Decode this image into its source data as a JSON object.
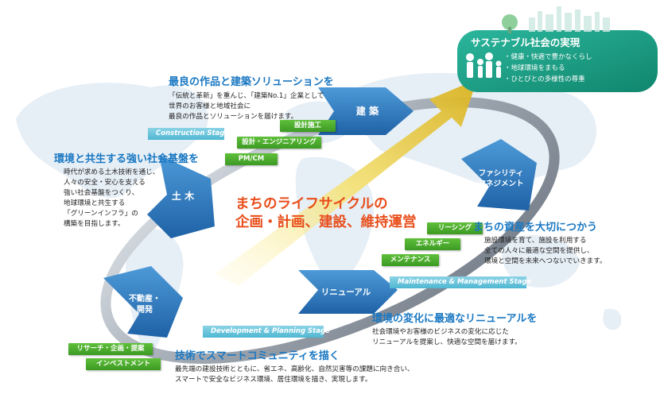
{
  "center": {
    "line1": "まちのライフサイクルの",
    "line2": "企画・計画、建設、維持運営"
  },
  "goal": {
    "title": "サステナブル社会の実現",
    "items": [
      "・健康・快適で豊かなくらし",
      "・地球環境をまもる",
      "・ひとびとの多様性の尊重"
    ]
  },
  "stages": {
    "construction": "Construction Stage",
    "maintenance": "Maintenance & Management Stage",
    "development": "Development & Planning Stage"
  },
  "arrows": {
    "kenchiku": "建 築",
    "doboku": "土 木",
    "facility_1": "ファシリティ",
    "facility_2": "マネジメント",
    "renewal": "リニューアル",
    "fudosan_1": "不動産・",
    "fudosan_2": "開発"
  },
  "tags": {
    "sekkei_seko": "設計施工",
    "sekkei_eng": "設計・エンジニアリング",
    "pmcm": "PM/CM",
    "leasing": "リーシング",
    "energy": "エネルギー",
    "maintenance": "メンテナンス",
    "research": "リサーチ・企画・提案",
    "investment": "インベストメント"
  },
  "blocks": {
    "architecture": {
      "title": "最良の作品と建築ソリューションを",
      "lines": [
        "「伝統と革新」を重んじ、「建築No.1」企業として",
        "世界のお客様と地域社会に",
        "最良の作品とソリューションを届けます。"
      ]
    },
    "civil": {
      "title": "環境と共生する強い社会基盤を",
      "lines": [
        "時代が求める土木技術を通じ、",
        "人々の安全・安心を支える",
        "強い社会基盤をつくり、",
        "地球環境と共生する",
        "「グリーンインフラ」の",
        "構築を目指します。"
      ]
    },
    "asset": {
      "title": "まちの資産を大切につかう",
      "lines": [
        "施設環境を育て、施設を利用する",
        "全ての人々に最適な空間を提供し、",
        "環境と空間を未来へつないでいきます。"
      ]
    },
    "renewal": {
      "title": "環境の変化に最適なリニューアルを",
      "lines": [
        "社会環境やお客様のビジネスの変化に応じた",
        "リニューアルを提案し、快適な空間を届けます。"
      ]
    },
    "smart": {
      "title": "技術でスマートコミュニティを描く",
      "lines": [
        "最先端の建設技術とともに、省エネ、高齢化、自然災害等の課題に向き合い、",
        "スマートで安全なビジネス環境、居住環境を描き、実現します。"
      ]
    }
  },
  "colors": {
    "title_blue": "#1a78c2",
    "arrow_blue": "#2e7fc4",
    "tag_green": "#4aaa2c",
    "stage_cyan": "#6cc5dd",
    "accent_orange": "#e84e1b",
    "goal_teal": "#1aa68a"
  }
}
